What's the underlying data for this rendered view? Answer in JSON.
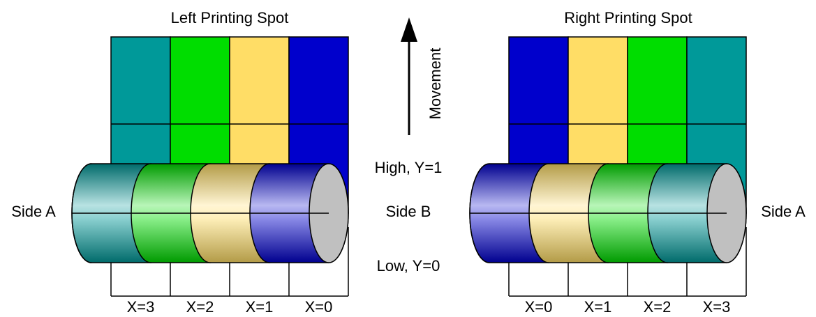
{
  "titles": {
    "left": "Left Printing Spot",
    "right": "Right Printing Spot"
  },
  "movement_label": "Movement",
  "level_labels": {
    "high": "High, Y=1",
    "low": "Low, Y=0"
  },
  "side_labels": {
    "left_outer": "Side A",
    "middle": "Side B",
    "right_outer": "Side A"
  },
  "left_spot": {
    "strip_colors": [
      "#009999",
      "#00dd00",
      "#ffdd66",
      "#0000cc"
    ],
    "x_labels": [
      "X=3",
      "X=2",
      "X=1",
      "X=0"
    ]
  },
  "right_spot": {
    "strip_colors": [
      "#0000cc",
      "#ffdd66",
      "#00dd00",
      "#009999"
    ],
    "x_labels": [
      "X=0",
      "X=1",
      "X=2",
      "X=3"
    ]
  },
  "roller_end_color": "#c0c0c0"
}
